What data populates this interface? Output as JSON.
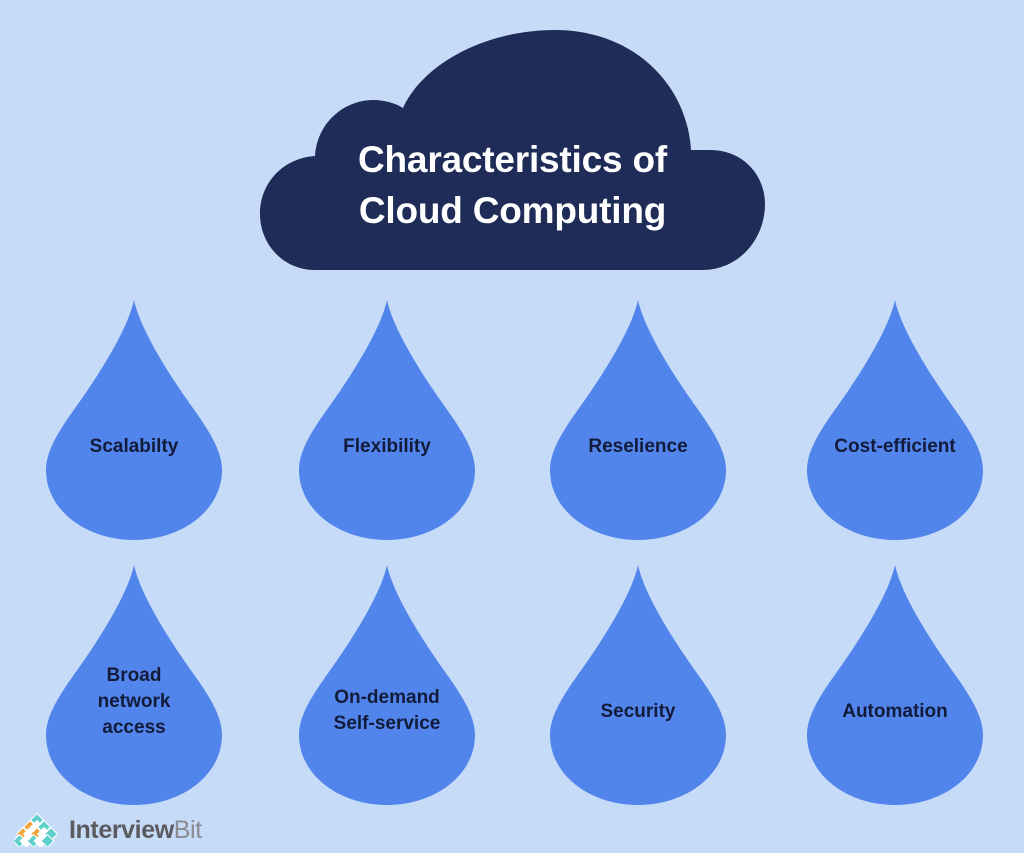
{
  "palette": {
    "background": "#c6dbf8",
    "cloud_navy": "#1e2c57",
    "droplet_blue": "#5285ec",
    "label_text": "#121c3a",
    "title_text": "#ffffff",
    "logo_teal": "#5ecfc9",
    "logo_orange": "#f2a33c",
    "logo_white": "#ffffff",
    "logo_word_dark": "#5a5a5f",
    "logo_word_light": "#8b8b90"
  },
  "header": {
    "title": "Characteristics of\nCloud Computing",
    "shape": "cloud"
  },
  "droplets": [
    {
      "label": "Scalabilty",
      "lines": 1,
      "row": 1,
      "column": 1
    },
    {
      "label": "Flexibility",
      "lines": 1,
      "row": 1,
      "column": 2
    },
    {
      "label": "Reselience",
      "lines": 1,
      "row": 1,
      "column": 3
    },
    {
      "label": "Cost-efficient",
      "lines": 1,
      "row": 1,
      "column": 4
    },
    {
      "label": "Broad\nnetwork\naccess",
      "lines": 3,
      "row": 2,
      "column": 1
    },
    {
      "label": "On-demand\nSelf-service",
      "lines": 2,
      "row": 2,
      "column": 2
    },
    {
      "label": "Security",
      "lines": 1,
      "row": 2,
      "column": 3
    },
    {
      "label": "Automation",
      "lines": 1,
      "row": 2,
      "column": 4
    }
  ],
  "footer": {
    "brand_bold": "Interview",
    "brand_light": "Bit"
  }
}
